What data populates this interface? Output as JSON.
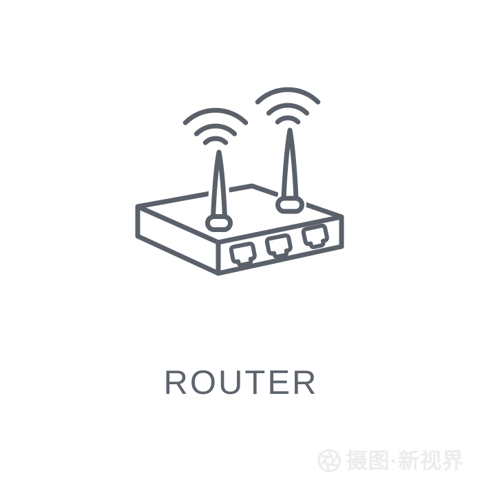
{
  "caption": {
    "text": "ROUTER"
  },
  "watermark": {
    "logo": "aperture-icon",
    "text": "摄图·新视界"
  },
  "icon": {
    "name": "router-linear-icon",
    "parts": [
      "router-body",
      "ethernet-ports",
      "left-antenna",
      "right-antenna",
      "wifi-signal-left",
      "wifi-signal-right"
    ]
  },
  "colors": {
    "background": "#ffffff",
    "icon-stroke": "#5a616a",
    "caption-text": "#5d646d",
    "watermark": "#ececec"
  }
}
